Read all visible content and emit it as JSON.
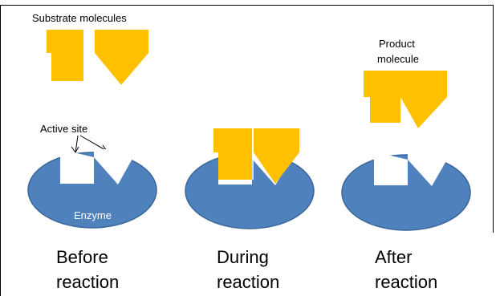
{
  "labels": {
    "substrate_molecules": "Substrate molecules",
    "product_line1": "Product",
    "product_line2": "molecule",
    "active_site": "Active site",
    "enzyme": "Enzyme"
  },
  "captions": {
    "before_line1": "Before",
    "before_line2": "reaction",
    "during_line1": "During",
    "during_line2": "reaction",
    "after_line1": "After",
    "after_line2": "reaction"
  },
  "colors": {
    "enzyme_fill": "#4f81bd",
    "enzyme_stroke": "#3a6699",
    "molecule_fill": "#ffc000",
    "notch_fill": "#ffffff",
    "border": "#000000"
  }
}
